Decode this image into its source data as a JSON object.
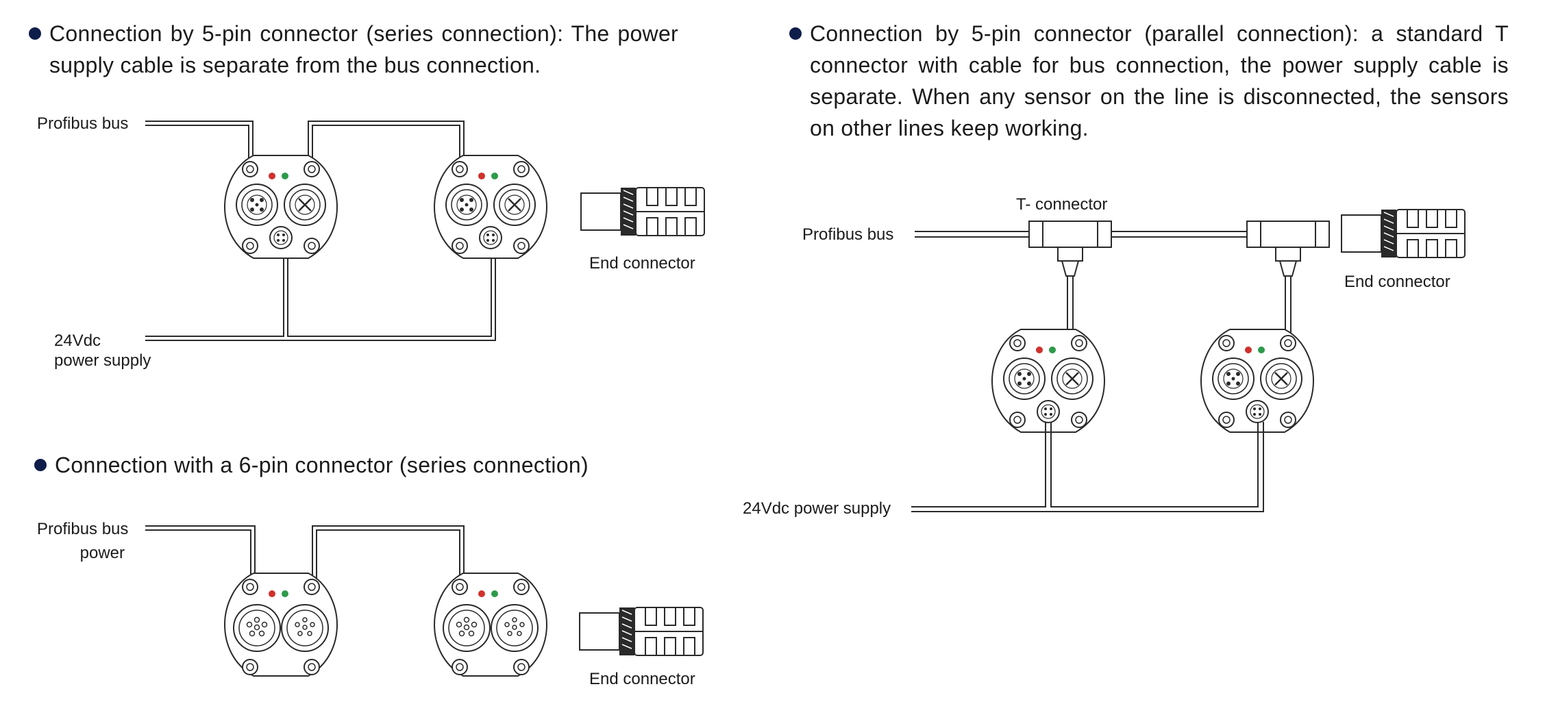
{
  "sections": {
    "series5": {
      "heading": "Connection by 5-pin connector (series connection): The power supply cable is separate from the bus connection.",
      "bus_label": "Profibus bus",
      "power_label_line1": "24Vdc",
      "power_label_line2": "power supply",
      "end_label": "End connector"
    },
    "series6": {
      "heading": "Connection with a 6-pin connector (series connection)",
      "bus_label_line1": "Profibus bus",
      "bus_label_line2": "power",
      "end_label": "End connector"
    },
    "parallel5": {
      "heading": "Connection by 5-pin connector (parallel connection): a standard T connector with cable for bus connection, the power supply cable is separate. When any sensor on the line is disconnected, the sensors on other lines keep working.",
      "t_label": "T- connector",
      "bus_label": "Profibus bus",
      "power_label": "24Vdc power supply",
      "end_label": "End connector"
    }
  },
  "colors": {
    "bullet": "#0f1d4a",
    "line": "#2a2a2a",
    "led_red": "#d0312d",
    "led_green": "#2e9a4a"
  }
}
